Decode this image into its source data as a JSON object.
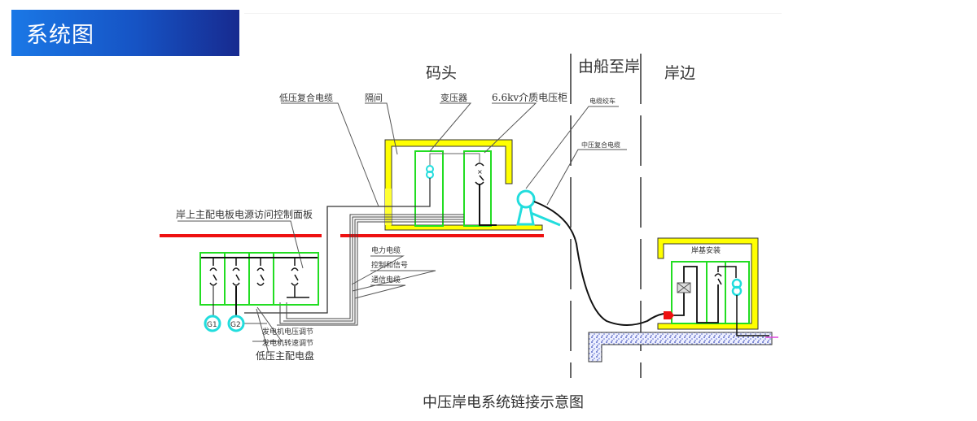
{
  "header": {
    "title": "系统图"
  },
  "sections": {
    "dock": "码头",
    "ship_to_shore": "由船至岸",
    "shore": "岸边"
  },
  "labels": {
    "lv_composite_cable": "低压复合电缆",
    "compartment": "隔间",
    "transformer": "变压器",
    "mv_switchgear": "6.6kv介质电压柜",
    "cable_reel": "电缆绞车",
    "mv_composite_cable": "中压复合电缆",
    "shore_panel": "岸上主配电板电源访问控制面板",
    "power_cable": "电力电缆",
    "control_signal": "控制和信号",
    "comm_cable": "通信电缆",
    "gen_voltage_reg": "发电机电压调节",
    "gen_speed_reg": "发电机转速调节",
    "lv_main_switchboard": "低压主配电盘",
    "shore_install": "岸基安装",
    "g1": "G1",
    "g2": "G2"
  },
  "caption": "中压岸电系统链接示意图",
  "colors": {
    "header_start": "#1a78e6",
    "header_end": "#172a8f",
    "enclosure": "#ffff00",
    "panel": "#22dd22",
    "deck_line": "#ee1111",
    "equipment": "#22dddd",
    "concrete": "#3344bb",
    "connector": "#ee1111"
  }
}
